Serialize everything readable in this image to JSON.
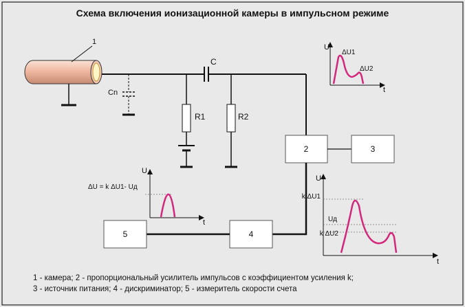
{
  "title": "Схема включения ионизационной камеры в импульсном режиме",
  "labels": {
    "chamber_num": "1",
    "cap_c": "C",
    "cap_cn": "Cn",
    "r1": "R1",
    "r2": "R2",
    "block2": "2",
    "block3": "3",
    "block4": "4",
    "block5": "5"
  },
  "graph_top": {
    "u": "U",
    "t": "t",
    "du1": "ΔU1",
    "du2": "ΔU2"
  },
  "graph_left": {
    "u": "U",
    "t": "t",
    "formula": "ΔU = k ΔU1- Uд"
  },
  "graph_right": {
    "u": "U",
    "t": "t",
    "kdu1": "k ΔU1",
    "ud": "Uд",
    "kdu2": "k ΔU2"
  },
  "legend": {
    "line1": "1 - камера; 2 - пропорциональный усилитель импульсов с коэффициентом усиления k;",
    "line2": "3 - источник питания; 4 - дискриминатор; 5 - измеритель скорости счета"
  },
  "colors": {
    "pulse": "#d2287c",
    "chamber": "#f0b9a2",
    "background": "#e9e9e9"
  }
}
